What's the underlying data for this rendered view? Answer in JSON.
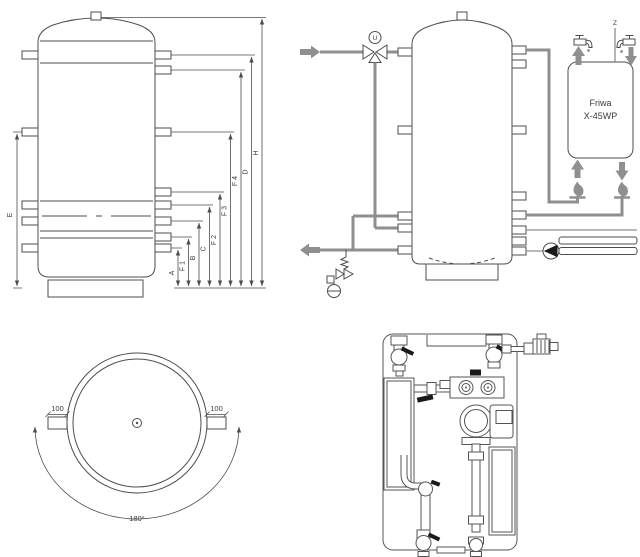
{
  "colors": {
    "background": "#ffffff",
    "drawing_line": "#4d4d4d",
    "pipe_gray": "#8f8f8f",
    "text": "#3c3c3c",
    "black_details": "#1a1a1a"
  },
  "dimension_view": {
    "port_labels": {
      "E": "E",
      "A": "A",
      "F1": "F 1",
      "B": "B",
      "C": "C",
      "F2": "F 2",
      "F3": "F 3",
      "F4": "F 4",
      "D": "D",
      "H": "H"
    }
  },
  "schematic": {
    "mixing_valve_label": "U",
    "circulation_label": "Z",
    "module_name_line1": "Friwa",
    "module_name_line2": "X-45WP"
  },
  "top_view": {
    "left_port_offset": "100",
    "right_port_offset": "100",
    "swivel_angle": "180°"
  },
  "icons": {
    "inflow-arrow-icon": "block arrow right",
    "outflow-arrow-icon": "block arrow left",
    "mixing-valve-icon": "3-way valve bowtie",
    "pump-icon": "circle with left triangle",
    "safety-valve-icon": "spring valve with gauge",
    "faucet-icon": "tap glyph",
    "flame-icon": "heat drop",
    "up-arrow-icon": "gray arrow up",
    "down-arrow-icon": "gray arrow down"
  }
}
